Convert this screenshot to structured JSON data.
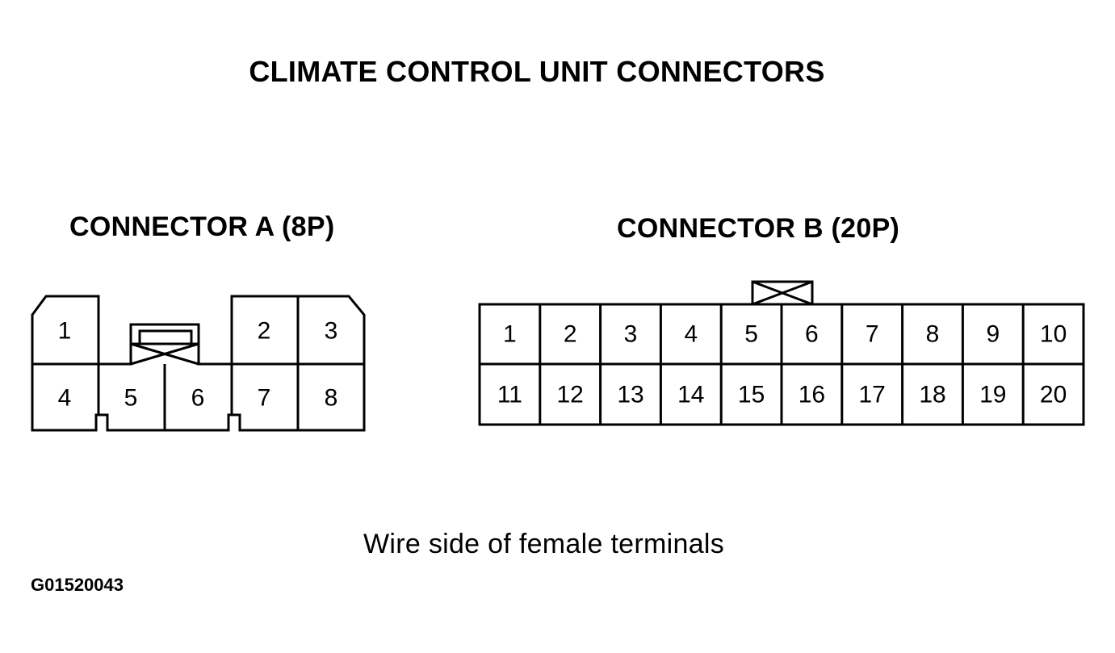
{
  "title": "CLIMATE CONTROL UNIT CONNECTORS",
  "connector_a": {
    "title": "CONNECTOR A (8P)",
    "pins": [
      "1",
      "2",
      "3",
      "4",
      "5",
      "6",
      "7",
      "8"
    ]
  },
  "connector_b": {
    "title": "CONNECTOR B (20P)",
    "pins": [
      "1",
      "2",
      "3",
      "4",
      "5",
      "6",
      "7",
      "8",
      "9",
      "10",
      "11",
      "12",
      "13",
      "14",
      "15",
      "16",
      "17",
      "18",
      "19",
      "20"
    ]
  },
  "caption": "Wire side of female terminals",
  "figure_id": "G01520043"
}
